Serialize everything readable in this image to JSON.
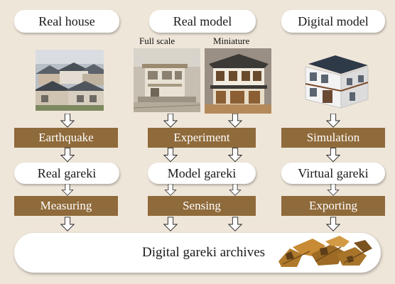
{
  "columns": [
    {
      "header": "Real house",
      "process": "Earthquake",
      "result": "Real gareki",
      "action": "Measuring"
    },
    {
      "header": "Real model",
      "process": "Experiment",
      "result": "Model gareki",
      "action": "Sensing",
      "sublabels": [
        "Full scale",
        "Miniature"
      ]
    },
    {
      "header": "Digital model",
      "process": "Simulation",
      "result": "Virtual gareki",
      "action": "Exporting"
    }
  ],
  "archive": {
    "label": "Digital gareki archives"
  },
  "colors": {
    "background": "#efe6da",
    "bar": "#8f6a3a",
    "pill": "#ffffff",
    "bar_text": "#ffffff"
  },
  "images": [
    "residential-houses-photo",
    "full-scale-house-model-photo",
    "miniature-house-model-photo",
    "digital-house-model-render",
    "digital-rubble-render"
  ]
}
